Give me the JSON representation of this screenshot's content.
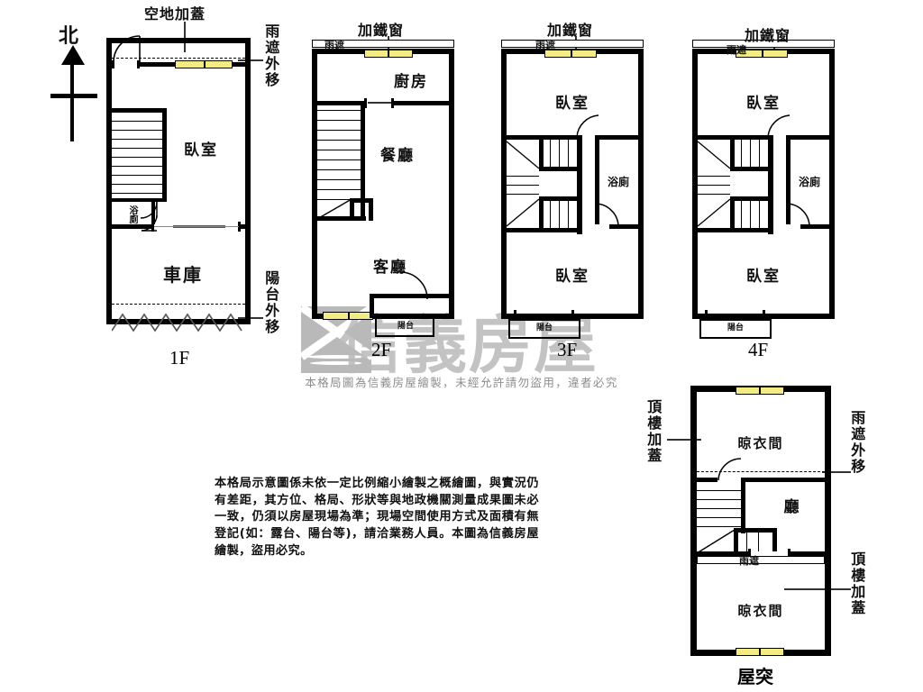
{
  "document": {
    "type": "floor-plan",
    "north_label": "北",
    "copyright_line": "本格局圖為信義房屋繪製，未經允許請勿盜用，違者必究",
    "watermark_text": "信義房屋",
    "disclaimer": "本格局示意圖係未依一定比例縮小繪製之概繪圖，與實況仍有差距，其方位、格局、形狀等與地政機關測量成果圖未必一致，仍須以房屋現場為準；現場空間使用方式及面積有無登記(如：露台、陽台等)，請洽業務人員。本圖為信義房屋繪製，盜用必究。"
  },
  "colors": {
    "wall": "#000000",
    "window_fill": "#f2ec83",
    "watermark": "#b9b9b9",
    "paper": "#ffffff",
    "text": "#111111"
  },
  "floors": [
    {
      "id": "1f",
      "label": "1F",
      "rooms": [
        {
          "name": "臥室"
        },
        {
          "name": "車庫"
        },
        {
          "name": "浴廁"
        }
      ],
      "annotations": [
        {
          "text": "空地加蓋",
          "orientation": "horizontal",
          "position": "top"
        },
        {
          "text": "雨遮外移",
          "orientation": "vertical",
          "position": "right-top"
        },
        {
          "text": "陽台外移",
          "orientation": "vertical",
          "position": "right-bottom"
        }
      ],
      "features": [
        "window",
        "stairs",
        "dashed-eave",
        "zigzag-opening"
      ]
    },
    {
      "id": "2f",
      "label": "2F",
      "rooms": [
        {
          "name": "廚房"
        },
        {
          "name": "餐廳"
        },
        {
          "name": "客廳"
        },
        {
          "name": "陽台"
        }
      ],
      "annotations": [
        {
          "text": "加鐵窗",
          "orientation": "horizontal",
          "position": "top"
        },
        {
          "text": "雨遮",
          "orientation": "horizontal",
          "position": "top-left"
        }
      ],
      "features": [
        "window",
        "stairs",
        "eave",
        "balcony"
      ]
    },
    {
      "id": "3f",
      "label": "3F",
      "rooms": [
        {
          "name": "臥室"
        },
        {
          "name": "浴廁"
        },
        {
          "name": "臥室"
        },
        {
          "name": "陽台"
        }
      ],
      "annotations": [
        {
          "text": "加鐵窗",
          "orientation": "horizontal",
          "position": "top"
        },
        {
          "text": "雨遮",
          "orientation": "horizontal",
          "position": "top-left"
        }
      ],
      "features": [
        "window",
        "switchback-stairs",
        "eave",
        "balcony"
      ]
    },
    {
      "id": "4f",
      "label": "4F",
      "rooms": [
        {
          "name": "臥室"
        },
        {
          "name": "浴廁"
        },
        {
          "name": "臥室"
        },
        {
          "name": "陽台"
        }
      ],
      "annotations": [
        {
          "text": "加鐵窗",
          "orientation": "horizontal",
          "position": "top"
        },
        {
          "text": "雨遮",
          "orientation": "horizontal",
          "position": "top-left"
        }
      ],
      "features": [
        "window",
        "switchback-stairs",
        "eave",
        "balcony"
      ]
    },
    {
      "id": "roof",
      "label": "屋突",
      "rooms": [
        {
          "name": "晾衣間"
        },
        {
          "name": "廳"
        },
        {
          "name": "晾衣間"
        }
      ],
      "annotations": [
        {
          "text": "頂樓加蓋",
          "orientation": "vertical",
          "position": "left-top"
        },
        {
          "text": "雨遮外移",
          "orientation": "vertical",
          "position": "right-top"
        },
        {
          "text": "頂樓加蓋",
          "orientation": "vertical",
          "position": "right-bottom"
        },
        {
          "text": "雨遮",
          "orientation": "horizontal",
          "position": "middle"
        }
      ],
      "features": [
        "window",
        "stairs",
        "dashed-eave",
        "eave"
      ]
    }
  ]
}
